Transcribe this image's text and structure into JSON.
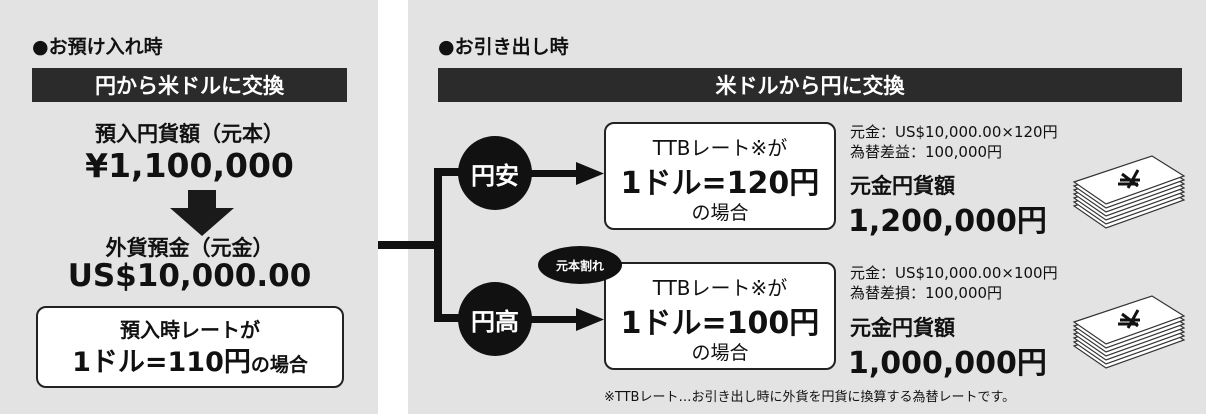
{
  "deposit": {
    "header": "●お預け入れ時",
    "bar": "円から米ドルに交換",
    "principal_label": "預入円貨額（元本）",
    "principal_value": "¥1,100,000",
    "fx_label": "外貨預金（元金）",
    "fx_value": "US$10,000.00",
    "rate_line1": "預入時レートが",
    "rate_big": "1ドル=110円",
    "rate_small": "の場合"
  },
  "withdraw": {
    "header": "●お引き出し時",
    "bar": "米ドルから円に交換",
    "badge": "元本割れ",
    "note": "※TTBレート…お引き出し時に外貨を円貨に換算する為替レートです。",
    "cases": [
      {
        "circle": "円安",
        "box_line1": "TTBレート※が",
        "box_big": "1ドル=120円",
        "box_line3": "の場合",
        "detail1": "元金：US$10,000.00×120円",
        "detail2": "為替差益：100,000円",
        "amount_label": "元金円貨額",
        "amount_value": "1,200,000円"
      },
      {
        "circle": "円高",
        "box_line1": "TTBレート※が",
        "box_big": "1ドル=100円",
        "box_line3": "の場合",
        "detail1": "元金：US$10,000.00×100円",
        "detail2": "為替差損：100,000円",
        "amount_label": "元金円貨額",
        "amount_value": "1,000,000円"
      }
    ]
  },
  "icons": {
    "down_arrow": "down-arrow-icon",
    "right_arrow": "right-arrow-icon",
    "banknotes": "banknote-stack-icon"
  }
}
